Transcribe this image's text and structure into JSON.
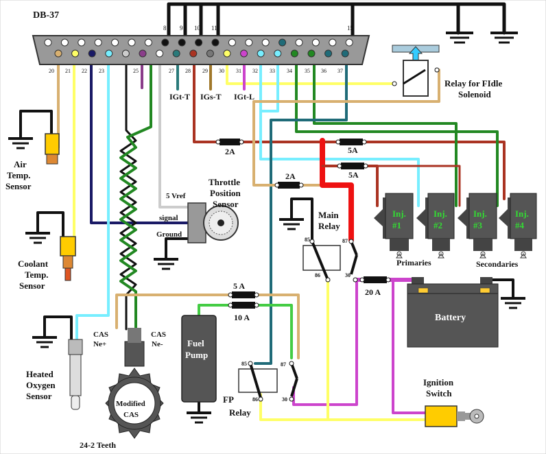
{
  "connector": {
    "title": "DB-37"
  },
  "top_pins": [
    "8",
    "9",
    "10",
    "11",
    "15"
  ],
  "bottom_pins": [
    "20",
    "21",
    "22",
    "23",
    "25",
    "27",
    "28",
    "29",
    "30",
    "31",
    "32",
    "33",
    "34",
    "35",
    "36",
    "37"
  ],
  "labels": {
    "igt_t": "IGt-T",
    "igs_t": "IGs-T",
    "igt_l": "IGt-L",
    "relay_fidle_1": "Relay for FIdle",
    "relay_fidle_2": "Solenoid",
    "air_temp_1": "Air",
    "air_temp_2": "Temp.",
    "air_temp_3": "Sensor",
    "coolant_1": "Coolant",
    "coolant_2": "Temp.",
    "coolant_3": "Sensor",
    "oxygen_1": "Heated",
    "oxygen_2": "Oxygen",
    "oxygen_3": "Sensor",
    "tps_1": "Throttle",
    "tps_2": "Position",
    "tps_3": "Sensor",
    "vref": "5 Vref",
    "signal": "signal",
    "ground": "Ground",
    "main_relay_1": "Main",
    "main_relay_2": "Relay",
    "fuse_2a_top": "2A",
    "fuse_5a_top": "5A",
    "fuse_2a_mid": "2A",
    "fuse_5a_mid": "5A",
    "fuse_20a": "20 A",
    "fuse_5a_low": "5 A",
    "fuse_10a": "10 A",
    "inj1": "Inj.",
    "inj1b": "#1",
    "inj2": "Inj.",
    "inj2b": "#2",
    "inj3": "Inj.",
    "inj3b": "#3",
    "inj4": "Inj.",
    "inj4b": "#4",
    "primaries": "Primaries",
    "secondaries": "Secondaries",
    "battery": "Battery",
    "fuel_pump_1": "Fuel",
    "fuel_pump_2": "Pump",
    "fp_relay_1": "FP",
    "fp_relay_2": "Relay",
    "cas_ne_plus_1": "CAS",
    "cas_ne_plus_2": "Ne+",
    "cas_ne_minus_1": "CAS",
    "cas_ne_minus_2": "Ne-",
    "modified_cas_1": "Modified",
    "modified_cas_2": "CAS",
    "teeth": "24-2 Teeth",
    "ignition_1": "Ignition",
    "ignition_2": "Switch"
  },
  "relay_pins": {
    "p85": "85",
    "p86": "86",
    "p87": "87",
    "p30": "30"
  },
  "fp_relay_pins": {
    "p85": "85",
    "p86": "86",
    "p87": "87",
    "p30": "30"
  },
  "colors": {
    "black": "#111111",
    "red": "#aa3322",
    "bright_red": "#ee1111",
    "yellow": "#ffff66",
    "tan": "#d8b070",
    "navy": "#1a1a66",
    "cyan": "#77eeff",
    "white_wire": "#cccccc",
    "purple": "#8a3d8a",
    "green": "#228822",
    "teal": "#2a7a7a",
    "dark_teal": "#1f6b78",
    "magenta": "#cc44cc",
    "lime": "#44cc44",
    "gray": "#777777"
  }
}
